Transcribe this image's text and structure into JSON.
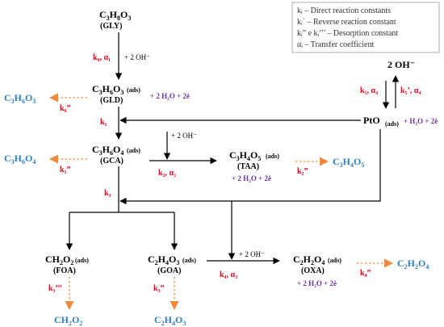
{
  "legend": {
    "line1": "kᵢ – Direct reaction constants",
    "line2": "kᵢ` – Reverse reaction constant",
    "line3": "kᵢ” e kᵢ’’’ – Desorption constant",
    "line4": "αᵢ – Transfer coefficient"
  },
  "gly": {
    "formula": "C3H8O3",
    "abbr": "(GLY)"
  },
  "gld": {
    "formula": "C3H6O3",
    "state": "(ads)",
    "abbr": "(GLD)",
    "side": "+ 2 H₂O + 2ė"
  },
  "gca": {
    "formula": "C3H6O4",
    "state": "(ads)",
    "abbr": "(GCA)"
  },
  "taa": {
    "formula": "C3H4O5",
    "state": "(ads)",
    "abbr": "(TAA)",
    "side": "+ 2 H₂O + 2ė"
  },
  "foa": {
    "formula": "CH2O2",
    "state": "(ads)",
    "abbr": "(FOA)"
  },
  "goa": {
    "formula": "C2H4O3",
    "state": "(ads)",
    "abbr": "(GOA)"
  },
  "oxa": {
    "formula": "C2H2O4",
    "state": "(ads)",
    "abbr": "(OXA)",
    "side": "+ 2 H₂O + 2ė"
  },
  "pto": {
    "formula": "PtO",
    "state": "(ads)",
    "side": "+ H₂O + 2ė",
    "oh": "2 OH⁻"
  },
  "products": {
    "p_gld": "C3H6O3",
    "p_gca": "C3H6O4",
    "p_taa": "C3H4O5",
    "p_oxa": "C2H2O4",
    "p_foa": "CH2O2",
    "p_goa": "C2H4O3"
  },
  "rates": {
    "k0a1": "k₀, α₁",
    "k0d": "k₀”",
    "k1": "k₁",
    "k1d": "k₁”",
    "k2a2": "k₂, α₂",
    "k2d": "k₂”",
    "k3": "k₃",
    "k3t": "k₃’’’",
    "k3d": "k₃”",
    "k4a3": "k₄, α₃",
    "k4d": "k₄”",
    "k5a4": "k₅, α₄",
    "k5r": "k₅’, α₄"
  },
  "reagents": {
    "oh_gly": "+ 2 OH⁻",
    "oh_gca": "+ 2 OH⁻",
    "oh_goa": "+ 2 OH⁻"
  }
}
